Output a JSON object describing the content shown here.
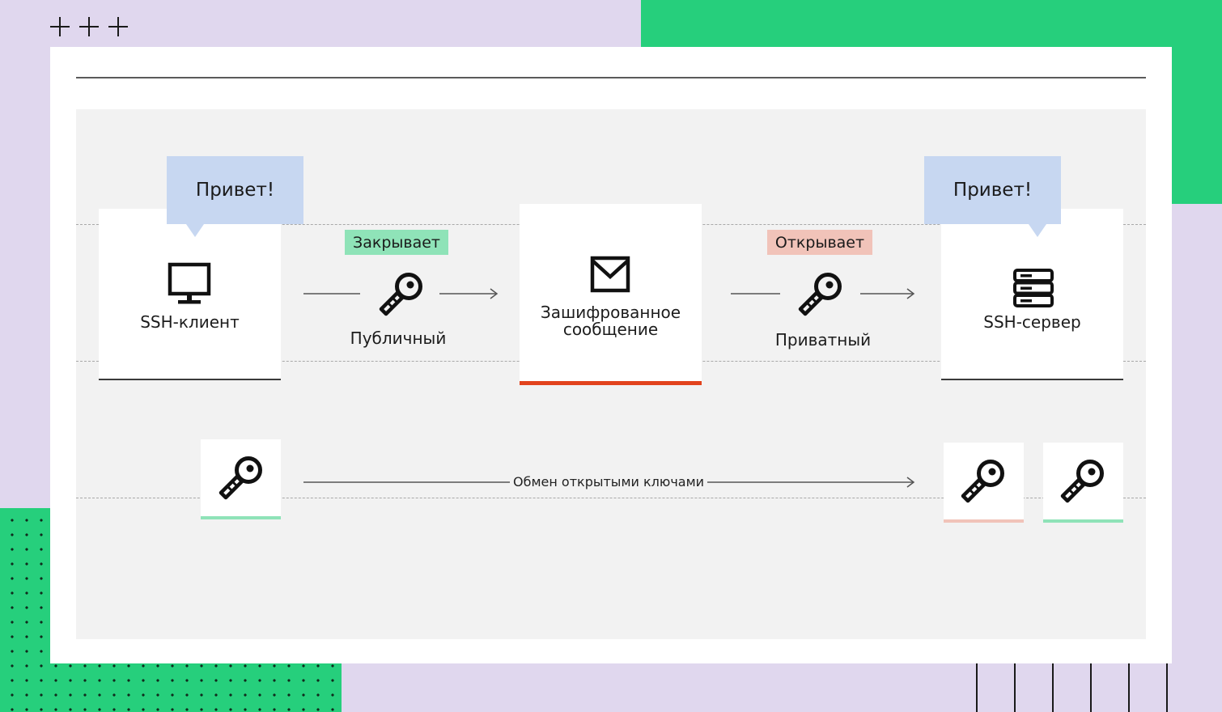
{
  "colors": {
    "background": "#e0d7ee",
    "green": "#26cf7c",
    "bubble": "#c7d7f1",
    "close_badge": "#8fe3b8",
    "open_badge": "#f1c3b9",
    "encrypted_accent": "#e2431d",
    "public_key_accent": "#8fe3b8",
    "private_key_accent": "#f1c3b9"
  },
  "client": {
    "bubble_text": "Привет!",
    "label": "SSH-клиент",
    "icon": "monitor-icon"
  },
  "encrypt_step": {
    "badge": "Закрывает",
    "key_label": "Публичный",
    "icon": "key-icon"
  },
  "message": {
    "label_line1": "Зашифрованное",
    "label_line2": "сообщение",
    "icon": "envelope-icon"
  },
  "decrypt_step": {
    "badge": "Открывает",
    "key_label": "Приватный",
    "icon": "key-icon"
  },
  "server": {
    "bubble_text": "Привет!",
    "label": "SSH-сервер",
    "icon": "server-icon"
  },
  "exchange": {
    "label": "Обмен открытыми ключами",
    "icon": "key-icon"
  }
}
